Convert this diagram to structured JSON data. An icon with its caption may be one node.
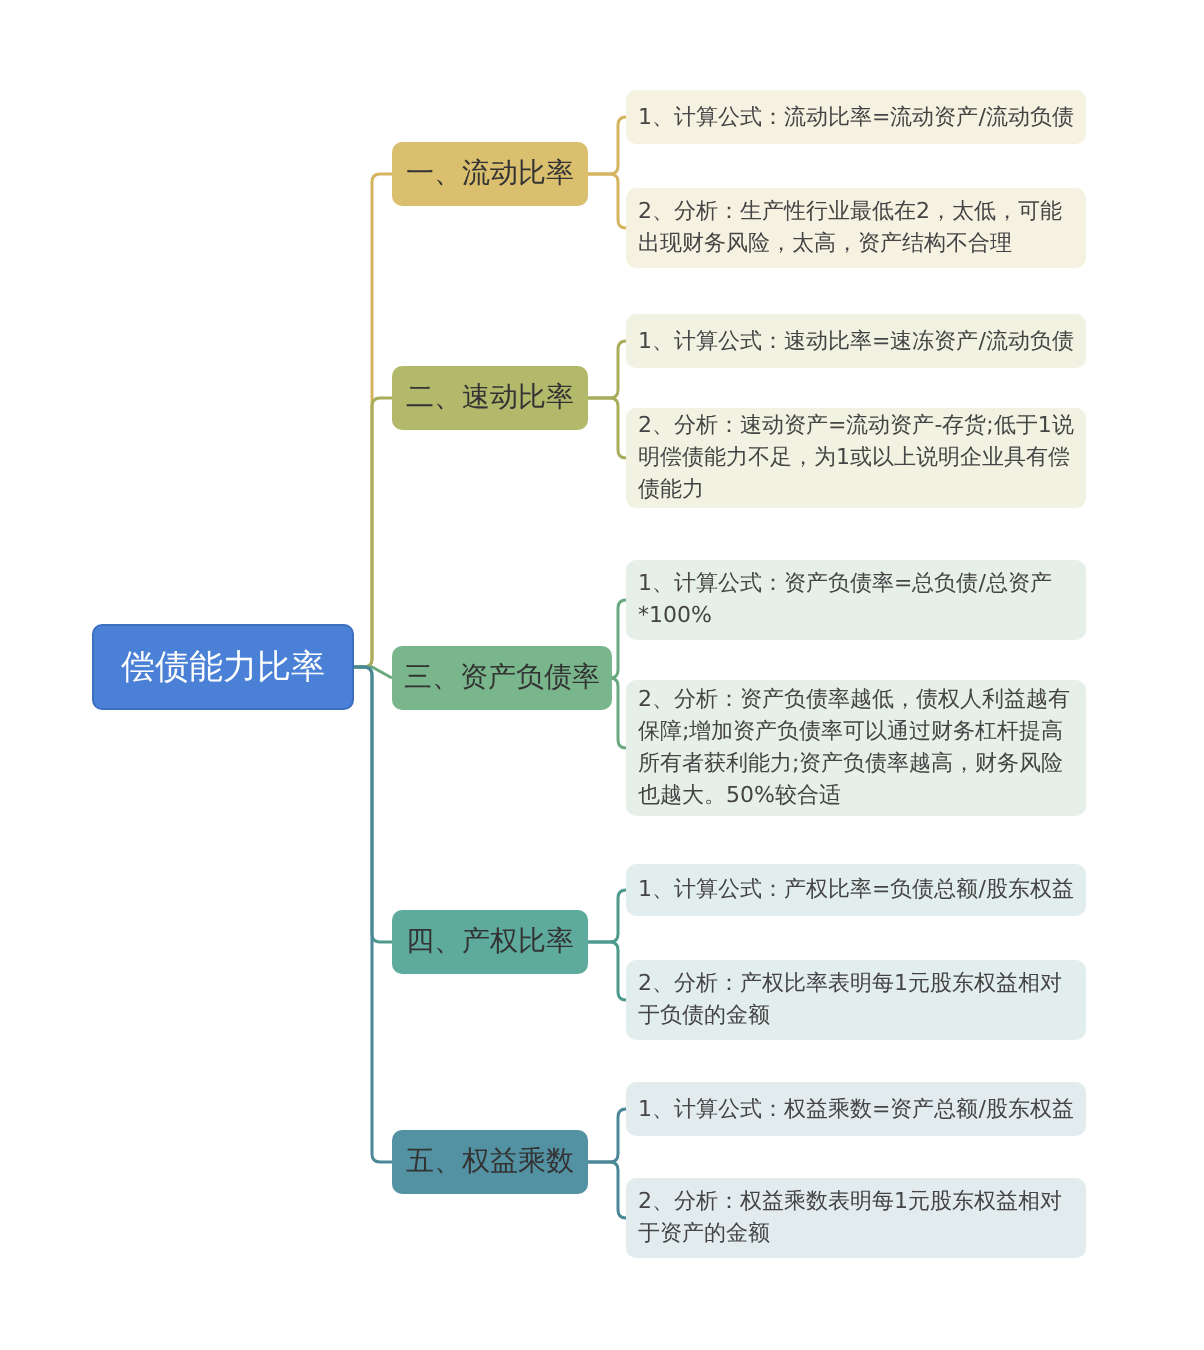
{
  "diagram": {
    "nodes": [
      {
        "text": [
          "偿债能力比率"
        ]
      },
      {
        "text": [
          "一、流动比率"
        ]
      },
      {
        "text": [
          "1、计算公式：流动比率=流动资产/流动负债"
        ]
      },
      {
        "text": [
          "2、分析：生产性行业最低在2，太低，可能出现财务风险，太高，资产结构不合理"
        ]
      },
      {
        "text": [
          "二、速动比率"
        ]
      },
      {
        "text": [
          "1、计算公式：速动比率=速冻资产/流动负债"
        ]
      },
      {
        "text": [
          "2、分析：速动资产=流动资产-存货;低于1说明偿债能力不足，为1或以上说明企业具有偿债能力"
        ]
      },
      {
        "text": [
          "三、资产负债率"
        ]
      },
      {
        "text": [
          "1、计算公式：资产负债率=总负债/总资产*100%"
        ]
      },
      {
        "text": [
          "2、分析：资产负债率越低，债权人利益越有保障;增加资产负债率可以通过财务杠杆提高所有者获利能力;资产负债率越高，财务风险也越大。50%较合适"
        ]
      },
      {
        "text": [
          "四、产权比率"
        ]
      },
      {
        "text": [
          "1、计算公式：产权比率=负债总额/股东权益"
        ]
      },
      {
        "text": [
          "2、分析：产权比率表明每1元股东权益相对于负债的金额"
        ]
      },
      {
        "text": [
          "五、权益乘数"
        ]
      },
      {
        "text": [
          "1、计算公式：权益乘数=资产总额/股东权益"
        ]
      },
      {
        "text": [
          "2、分析：权益乘数表明每1元股东权益相对于资产的金额"
        ]
      }
    ],
    "edges": [
      {
        "from": 0,
        "to": 1,
        "arrow": "none",
        "color": "#d4b45e"
      },
      {
        "from": 1,
        "to": 2,
        "arrow": "none",
        "color": "#d4b45e"
      },
      {
        "from": 1,
        "to": 3,
        "arrow": "none",
        "color": "#d4b45e"
      },
      {
        "from": 0,
        "to": 4,
        "arrow": "none",
        "color": "#a8ad5c"
      },
      {
        "from": 4,
        "to": 5,
        "arrow": "none",
        "color": "#a8ad5c"
      },
      {
        "from": 4,
        "to": 6,
        "arrow": "none",
        "color": "#a8ad5c"
      },
      {
        "from": 0,
        "to": 7,
        "arrow": "none",
        "color": "#6aa97e"
      },
      {
        "from": 7,
        "to": 8,
        "arrow": "none",
        "color": "#6aa97e"
      },
      {
        "from": 7,
        "to": 9,
        "arrow": "none",
        "color": "#6aa97e"
      },
      {
        "from": 0,
        "to": 10,
        "arrow": "none",
        "color": "#4e9a8e"
      },
      {
        "from": 10,
        "to": 11,
        "arrow": "none",
        "color": "#4e9a8e"
      },
      {
        "from": 10,
        "to": 12,
        "arrow": "none",
        "color": "#4e9a8e"
      },
      {
        "from": 0,
        "to": 13,
        "arrow": "none",
        "color": "#4a8797"
      },
      {
        "from": 13,
        "to": 14,
        "arrow": "none",
        "color": "#4a8797"
      },
      {
        "from": 13,
        "to": 15,
        "arrow": "none",
        "color": "#4a8797"
      }
    ]
  }
}
